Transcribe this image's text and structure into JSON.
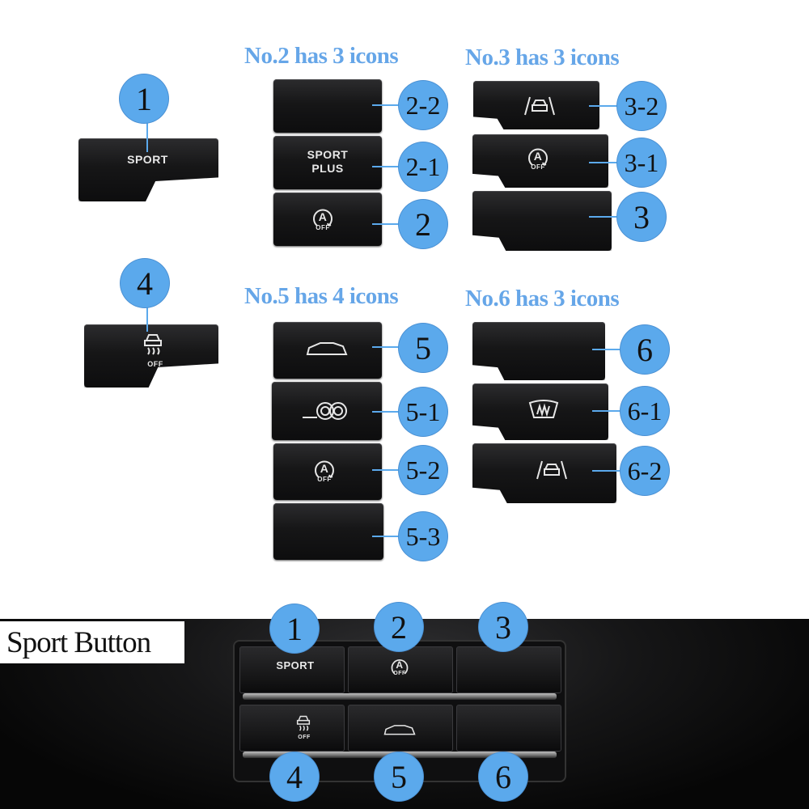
{
  "headings": {
    "group2": "No.2 has 3 icons",
    "group3": "No.3 has 3 icons",
    "group5": "No.5 has 4 icons",
    "group6": "No.6 has 3 icons"
  },
  "labels": {
    "n1": "1",
    "n2_2": "2-2",
    "n2_1": "2-1",
    "n2": "2",
    "n3_2": "3-2",
    "n3_1": "3-1",
    "n3": "3",
    "n4": "4",
    "n5": "5",
    "n5_1": "5-1",
    "n5_2": "5-2",
    "n5_3": "5-3",
    "n6": "6",
    "n6_1": "6-1",
    "n6_2": "6-2"
  },
  "button_text": {
    "sport": "SPORT",
    "sport_plus_line1": "SPORT",
    "sport_plus_line2": "PLUS",
    "off": "OFF",
    "a": "A"
  },
  "photo": {
    "title": "Sport Button",
    "n1": "1",
    "n2": "2",
    "n3": "3",
    "n4": "4",
    "n5": "5",
    "n6": "6",
    "sport": "SPORT",
    "off": "OFF",
    "a": "A"
  },
  "colors": {
    "accent": "#5ba9ec",
    "heading": "#66a6e8",
    "button": "#151516"
  }
}
